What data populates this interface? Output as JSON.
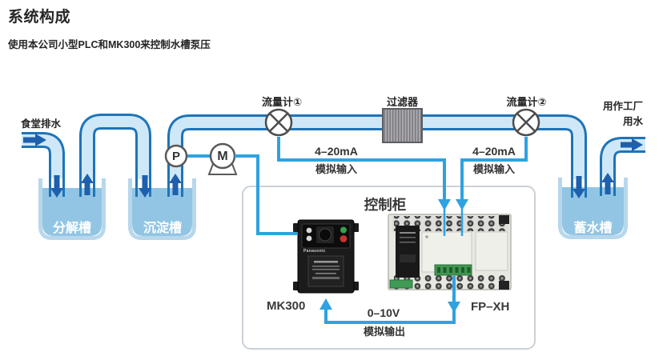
{
  "page": {
    "title": "系统构成",
    "subtitle": "使用本公司小型PLC和MK300来控制水槽泵压"
  },
  "diagram": {
    "inlet_label": "食堂排水",
    "factory_use_line1": "用作工厂",
    "factory_use_line2": "用水",
    "flowmeter1_label": "流量计①",
    "filter_label": "过滤器",
    "flowmeter2_label": "流量计②",
    "pump_symbol": "P",
    "motor_symbol": "M",
    "tank1_label": "分解槽",
    "tank2_label": "沉淀槽",
    "tank3_label": "蓄水槽",
    "signal_input1": {
      "value": "4–20mA",
      "desc": "模拟输入"
    },
    "signal_input2": {
      "value": "4–20mA",
      "desc": "模拟输入"
    },
    "cabinet": {
      "label": "控制柜",
      "inverter_model": "MK300",
      "inverter_brand": "Panasonic",
      "plc_model": "FP–XH",
      "signal_output": {
        "value": "0–10V",
        "desc": "模拟输出"
      }
    },
    "colors": {
      "pipe_fill": "#cfe8f8",
      "pipe_border": "#1e74b8",
      "flow_arrow": "#1e5fae",
      "signal_line": "#2fa2e0",
      "tank_water": "#92c5e4",
      "tank_wall": "#b7d7ec"
    }
  }
}
